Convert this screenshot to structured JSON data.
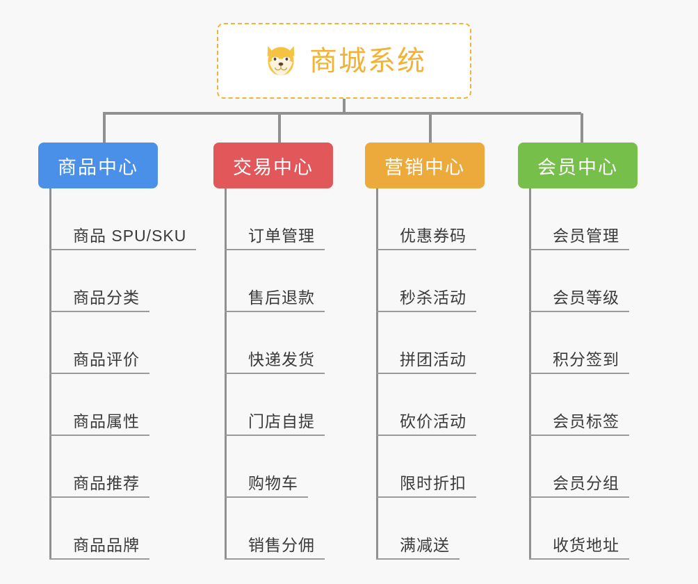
{
  "page": {
    "background_color": "#f8f8f8",
    "line_color": "#909090"
  },
  "root": {
    "title": "商城系统",
    "icon": "shiba-dog-icon",
    "border_color": "#f2b233",
    "text_color": "#f2b233",
    "background_color": "#ffffff"
  },
  "branches": [
    {
      "label": "商品中心",
      "color": "#4a90e8",
      "leaves": [
        "商品 SPU/SKU",
        "商品分类",
        "商品评价",
        "商品属性",
        "商品推荐",
        "商品品牌"
      ]
    },
    {
      "label": "交易中心",
      "color": "#e2585a",
      "leaves": [
        "订单管理",
        "售后退款",
        "快递发货",
        "门店自提",
        "购物车",
        "销售分佣"
      ]
    },
    {
      "label": "营销中心",
      "color": "#edaa3c",
      "leaves": [
        "优惠券码",
        "秒杀活动",
        "拼团活动",
        "砍价活动",
        "限时折扣",
        "满减送"
      ]
    },
    {
      "label": "会员中心",
      "color": "#76bf4a",
      "leaves": [
        "会员管理",
        "会员等级",
        "积分签到",
        "会员标签",
        "会员分组",
        "收货地址"
      ]
    }
  ]
}
